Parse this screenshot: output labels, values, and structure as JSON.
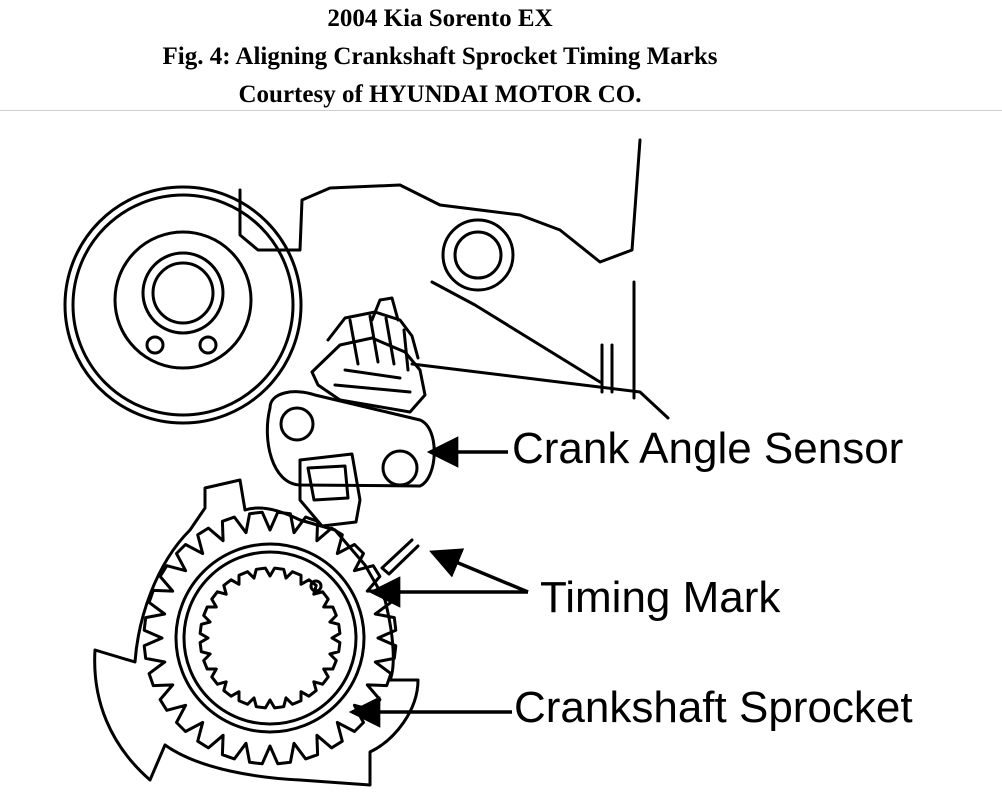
{
  "header": {
    "line1": "2004 Kia Sorento EX",
    "line2": "Fig. 4: Aligning Crankshaft Sprocket Timing Marks",
    "line3": "Courtesy of HYUNDAI MOTOR CO."
  },
  "labels": {
    "crank_angle_sensor": "Crank Angle Sensor",
    "timing_mark": "Timing Mark",
    "crankshaft_sprocket": "Crankshaft Sprocket"
  }
}
